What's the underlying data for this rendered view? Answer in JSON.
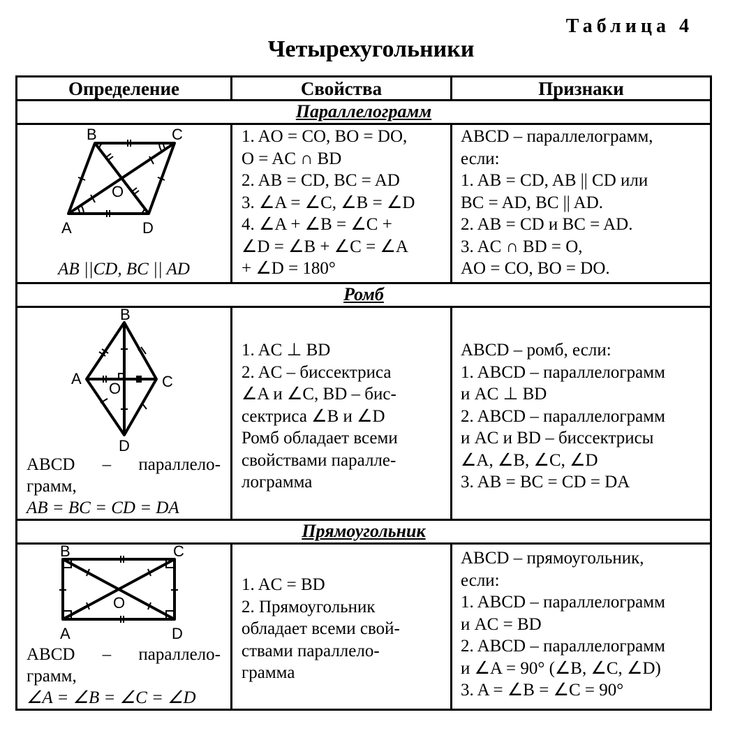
{
  "table_label": "Таблица 4",
  "title": "Четырехугольники",
  "headers": [
    "Определение",
    "Свойства",
    "Признаки"
  ],
  "sections": [
    {
      "name": "Параллелограмм",
      "figure_labels": {
        "B": "B",
        "C": "C",
        "A": "A",
        "D": "D",
        "O": "O"
      },
      "definition": [
        "AB ||CD, BC || AD"
      ],
      "properties": [
        "1. AO = CO, BO = DO,",
        "O = AC ∩ BD",
        "2. AB = CD, BC = AD",
        "3. ∠A = ∠C, ∠B = ∠D",
        "4. ∠A + ∠B = ∠C +",
        "∠D = ∠B + ∠C = ∠A",
        "+ ∠D = 180°"
      ],
      "signs": [
        "ABCD – параллелограмм,",
        "если:",
        "1. AB = CD, AB || CD или",
        "BC = AD, BC || AD.",
        "2. AB = CD и BC = AD.",
        "3. AC ∩ BD = O,",
        "AO = CO, BO = DO."
      ]
    },
    {
      "name": "Ромб",
      "figure_labels": {
        "B": "B",
        "C": "C",
        "A": "A",
        "D": "D",
        "O": "O"
      },
      "definition": [
        "ABCD – параллело-",
        "грамм,",
        "AB = BC = CD = DA"
      ],
      "properties": [
        "1. AC ⊥ BD",
        "2. AC – биссектриса",
        "∠A и ∠C, BD – бис-",
        "сектриса ∠B и ∠D",
        "Ромб обладает всеми",
        "свойствами паралле-",
        "лограмма"
      ],
      "signs": [
        "ABCD – ромб, если:",
        "1. ABCD – параллелограмм",
        "и AC ⊥ BD",
        "2. ABCD – параллелограмм",
        "и AC и BD – биссектрисы",
        "∠A, ∠B, ∠C, ∠D",
        "3. AB = BC = CD = DA"
      ]
    },
    {
      "name": "Прямоугольник",
      "figure_labels": {
        "B": "B",
        "C": "C",
        "A": "A",
        "D": "D",
        "O": "O"
      },
      "definition": [
        "ABCD – параллело-",
        "грамм,",
        "∠A = ∠B = ∠C = ∠D"
      ],
      "properties": [
        "1. AC = BD",
        "2. Прямоугольник",
        "обладает всеми свой-",
        "ствами параллело-",
        "грамма"
      ],
      "signs": [
        "ABCD – прямоугольник,",
        "если:",
        "1. ABCD – параллелограмм",
        "и AC = BD",
        "2. ABCD – параллелограмм",
        "и ∠A = 90° (∠B, ∠C, ∠D)",
        "3. A = ∠B = ∠C = 90°"
      ]
    }
  ]
}
